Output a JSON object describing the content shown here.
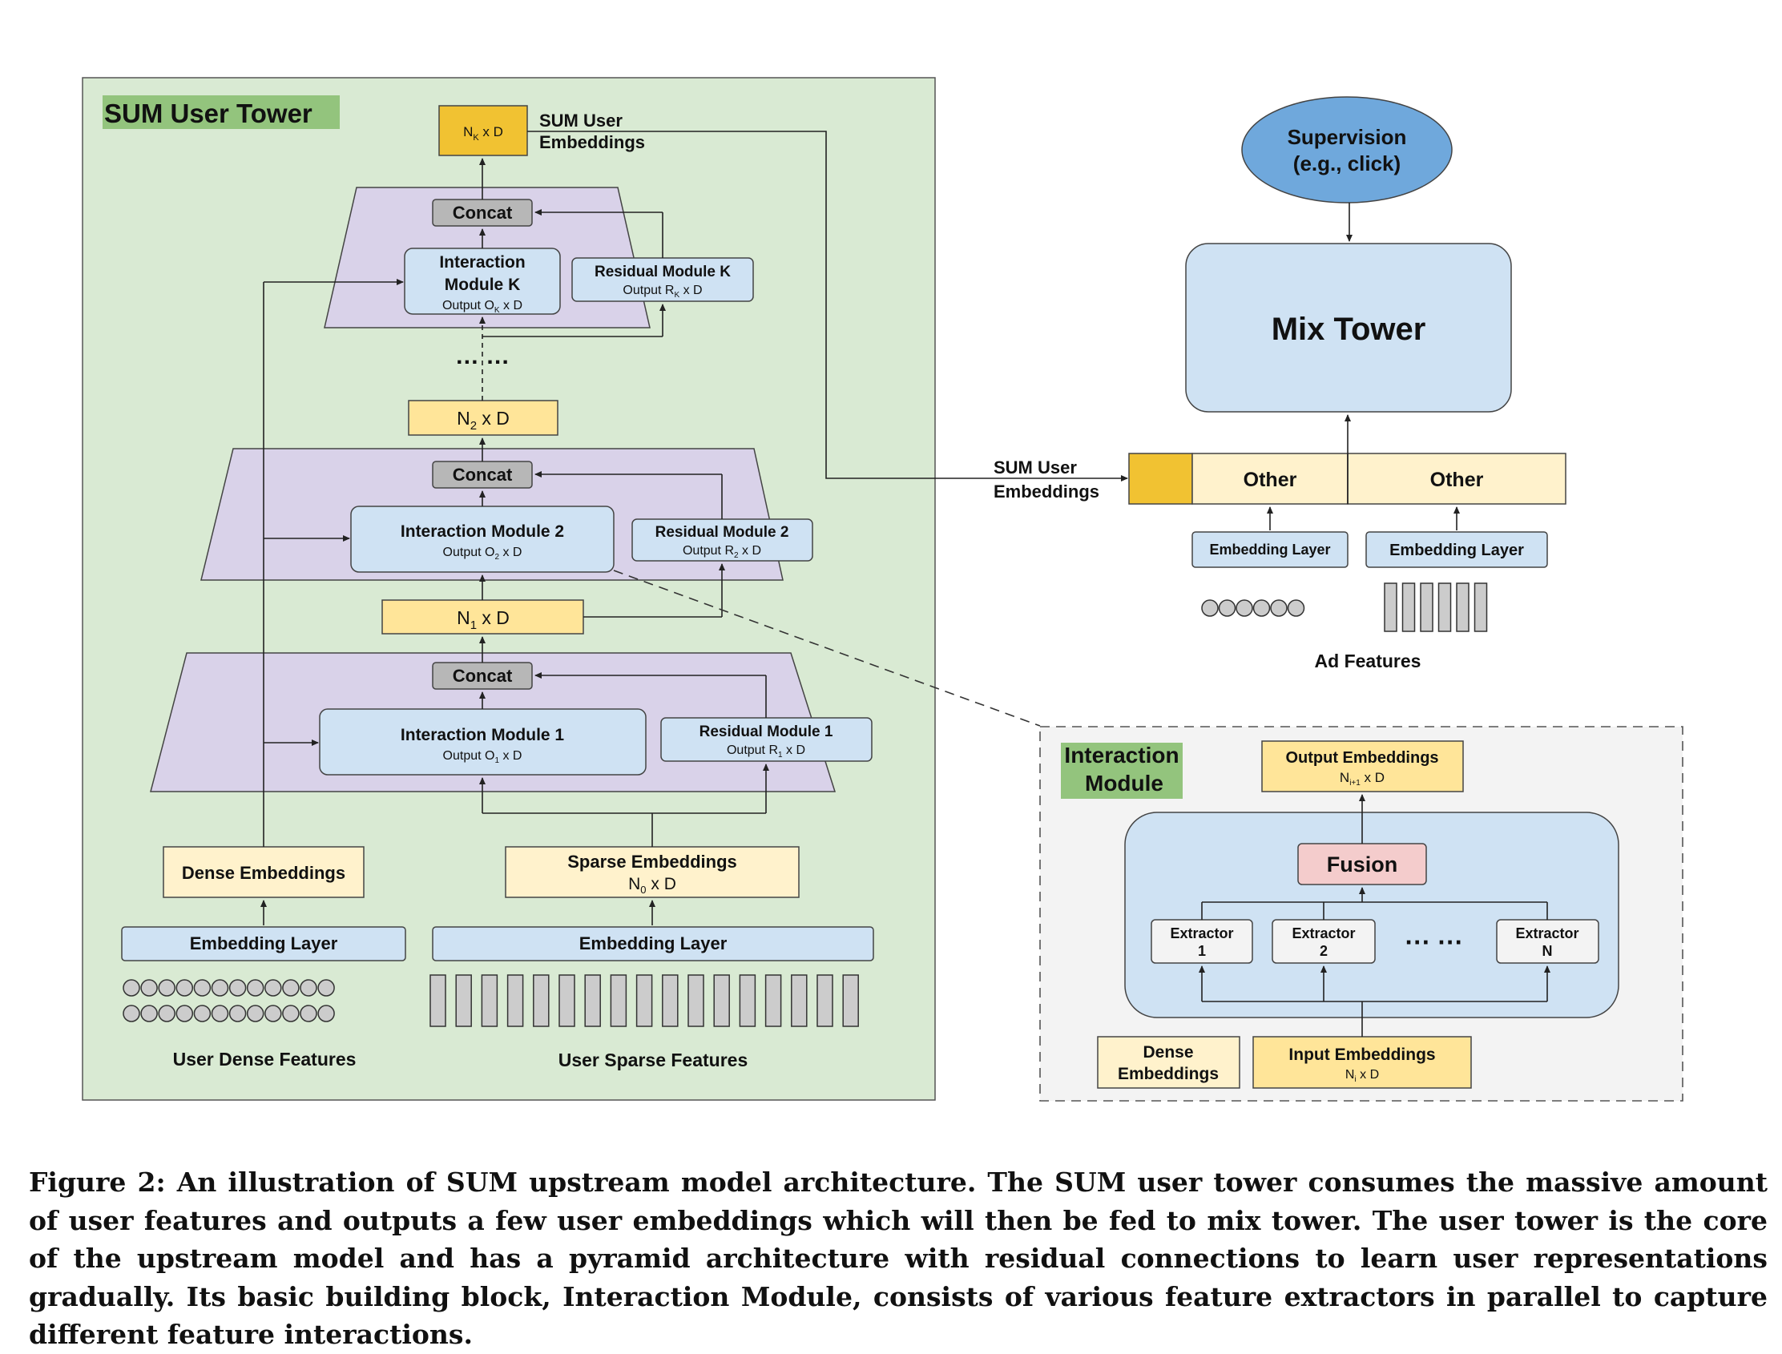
{
  "user_tower": {
    "title": "SUM User Tower",
    "output_box": {
      "main": "N",
      "sub": "K",
      "rest": " x D"
    },
    "output_label": [
      "SUM User",
      "Embeddings"
    ],
    "level_k": {
      "concat": "Concat",
      "interaction": {
        "line1": "Interaction",
        "line2": "Module K",
        "out_main": "Output O",
        "out_sub": "K",
        "out_rest": " x D"
      },
      "residual": {
        "title": "Residual Module K",
        "out_main": "Output R",
        "out_sub": "K",
        "out_rest": " x D"
      }
    },
    "ellipsis": "… …",
    "n2": {
      "main": "N",
      "sub": "2",
      "rest": " x D"
    },
    "level_2": {
      "concat": "Concat",
      "interaction": {
        "title": "Interaction Module 2",
        "out_main": "Output O",
        "out_sub": "2",
        "out_rest": " x D"
      },
      "residual": {
        "title": "Residual Module 2",
        "out_main": "Output R",
        "out_sub": "2",
        "out_rest": " x D"
      }
    },
    "n1": {
      "main": "N",
      "sub": "1",
      "rest": " x D"
    },
    "level_1": {
      "concat": "Concat",
      "interaction": {
        "title": "Interaction Module 1",
        "out_main": "Output O",
        "out_sub": "1",
        "out_rest": " x D"
      },
      "residual": {
        "title": "Residual Module 1",
        "out_main": "Output R",
        "out_sub": "1",
        "out_rest": " x D"
      }
    },
    "dense_embeddings": "Dense Embeddings",
    "sparse_embeddings": {
      "title": "Sparse Embeddings",
      "main": "N",
      "sub": "0",
      "rest": " x D"
    },
    "dense_embedding_layer": "Embedding Layer",
    "sparse_embedding_layer": "Embedding Layer",
    "dense_features": "User Dense Features",
    "sparse_features": "User Sparse Features"
  },
  "mix": {
    "supervision": [
      "Supervision",
      "(e.g., click)"
    ],
    "mix_tower": "Mix Tower",
    "sum_label": [
      "SUM User",
      "Embeddings"
    ],
    "other_1": "Other",
    "other_2": "Other",
    "embedding_layer_1": "Embedding Layer",
    "embedding_layer_2": "Embedding Layer",
    "ad_features": "Ad Features"
  },
  "interaction_module": {
    "title": [
      "Interaction",
      "Module"
    ],
    "output": {
      "title": "Output Embeddings",
      "main": "N",
      "sub": "i+1",
      "rest": " x D"
    },
    "fusion": "Fusion",
    "extractor_1": [
      "Extractor",
      "1"
    ],
    "extractor_2": [
      "Extractor",
      "2"
    ],
    "extractor_n": [
      "Extractor",
      "N"
    ],
    "dots": "··· ···",
    "dense": [
      "Dense",
      "Embeddings"
    ],
    "input": {
      "title": "Input Embeddings",
      "main": "N",
      "sub": "i",
      "rest": " x D"
    }
  },
  "caption": "Figure 2: An illustration of SUM upstream model architecture. The SUM user tower consumes the massive amount of user features and outputs a few user embeddings which will then be fed to mix tower. The user tower is the core of the upstream model and has a pyramid architecture with residual connections to learn user representations gradually. Its basic building block, Interaction Module, consists of various feature extractors in parallel to capture different feature interactions.",
  "colors": {
    "tower_bg": "#d9ead3",
    "title_highlight": "#93c47d",
    "pyramid": "#d9d2e9",
    "blue_box": "#cfe2f3",
    "gray_box": "#b7b7b7",
    "yellow_box": "#ffe599",
    "light_yellow": "#fff2cc",
    "orange": "#f1c232",
    "supervision": "#6fa8dc",
    "fusion": "#f4cccc",
    "extractor": "#f3f3f3",
    "im_bg": "#f3f3f3",
    "feature_gray": "#cccccc"
  }
}
